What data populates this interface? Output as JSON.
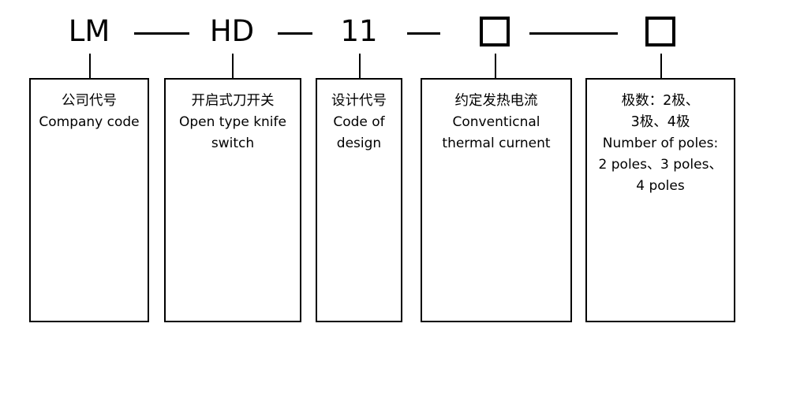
{
  "diagram": {
    "type": "model-code-breakdown",
    "title": "LM-HD-11 model designation breakdown",
    "code_tokens": [
      {
        "id": "company",
        "kind": "text",
        "value": "LM"
      },
      {
        "id": "sep1",
        "kind": "dash",
        "value": "—"
      },
      {
        "id": "series",
        "kind": "text",
        "value": "HD"
      },
      {
        "id": "sep2",
        "kind": "dash",
        "value": "—"
      },
      {
        "id": "design",
        "kind": "text",
        "value": "11"
      },
      {
        "id": "sep3",
        "kind": "dash",
        "value": "—"
      },
      {
        "id": "current",
        "kind": "square",
        "value": ""
      },
      {
        "id": "sep4",
        "kind": "dash",
        "value": "—"
      },
      {
        "id": "poles",
        "kind": "square",
        "value": ""
      }
    ],
    "boxes": [
      {
        "id": "company-code",
        "lines_cn": [
          "公司代号"
        ],
        "lines_en": [
          "Company code"
        ]
      },
      {
        "id": "open-type-knife-switch",
        "lines_cn": [
          "开启式刀开关"
        ],
        "lines_en": [
          "Open type knife",
          "switch"
        ]
      },
      {
        "id": "code-of-design",
        "lines_cn": [
          "设计代号"
        ],
        "lines_en": [
          "Code of",
          "design"
        ]
      },
      {
        "id": "conventional-thermal-current",
        "lines_cn": [
          "约定发热电流"
        ],
        "lines_en": [
          "Conventicnal",
          "thermal curnent"
        ]
      },
      {
        "id": "number-of-poles",
        "lines_cn": [
          "极数：2极、",
          "3极、4极"
        ],
        "lines_en": [
          "Number of poles:",
          "2 poles、3 poles、",
          "4 poles"
        ]
      }
    ],
    "colors": {
      "line": "#000000",
      "background": "#ffffff",
      "text": "#000000"
    }
  }
}
